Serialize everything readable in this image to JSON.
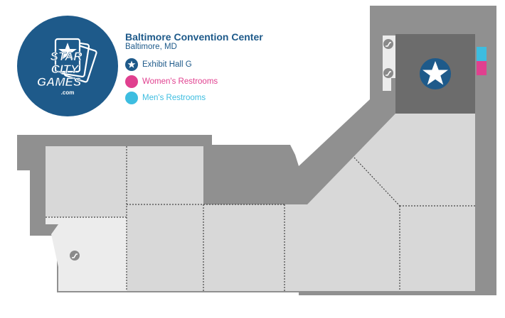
{
  "logo": {
    "line1": "STAR",
    "line2": "CITY",
    "line3": "GAMES",
    "line4": ".com",
    "icon": "playing-cards-logo",
    "color": "#1e5a8a"
  },
  "venue": {
    "name": "Baltimore Convention Center",
    "city": "Baltimore, MD"
  },
  "legend": [
    {
      "key": "exhibit-hall",
      "label": "Exhibit Hall G",
      "icon": "star-icon",
      "color": "#1e5a8a"
    },
    {
      "key": "womens-restrooms",
      "label": "Women's Restrooms",
      "icon": "dot-icon",
      "color": "#e0408f"
    },
    {
      "key": "mens-restrooms",
      "label": "Men's Restrooms",
      "icon": "dot-icon",
      "color": "#3dbde0"
    }
  ],
  "map": {
    "escalator_icon": "escalator-icon",
    "colors": {
      "wall": "#909090",
      "room": "#d8d8d8",
      "room_light": "#ececec",
      "hall_highlight": "#6c6c6c",
      "divider": "#444444"
    }
  }
}
